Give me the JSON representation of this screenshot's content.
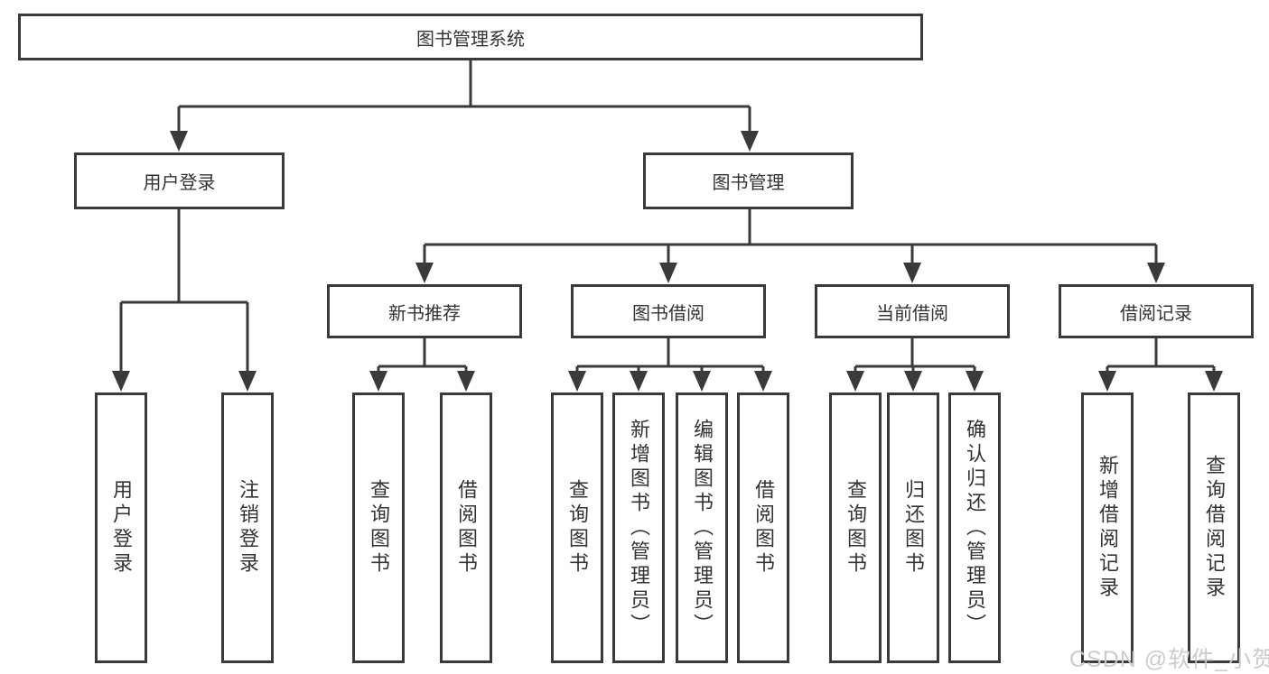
{
  "diagram_title": "图书管理系统",
  "colors": {
    "line": "#3a3a3a",
    "box_border": "#3a3a3a",
    "text": "#333333",
    "background": "#ffffff",
    "watermark": "#c9c9c9"
  },
  "tree": {
    "root": {
      "label": "图书管理系统"
    },
    "branches": [
      {
        "label": "用户登录",
        "leaves": [
          "用户登录",
          "注销登录"
        ]
      },
      {
        "label": "图书管理",
        "children": [
          {
            "label": "新书推荐",
            "leaves": [
              "查询图书",
              "借阅图书"
            ]
          },
          {
            "label": "图书借阅",
            "leaves": [
              "查询图书",
              "新增图书（管理员）",
              "编辑图书（管理员）",
              "借阅图书"
            ]
          },
          {
            "label": "当前借阅",
            "leaves": [
              "查询图书",
              "归还图书",
              "确认归还（管理员）"
            ]
          },
          {
            "label": "借阅记录",
            "leaves": [
              "新增借阅记录",
              "查询借阅记录"
            ]
          }
        ]
      }
    ]
  },
  "watermark": {
    "text": "CSDN @软件_小贺同学"
  }
}
